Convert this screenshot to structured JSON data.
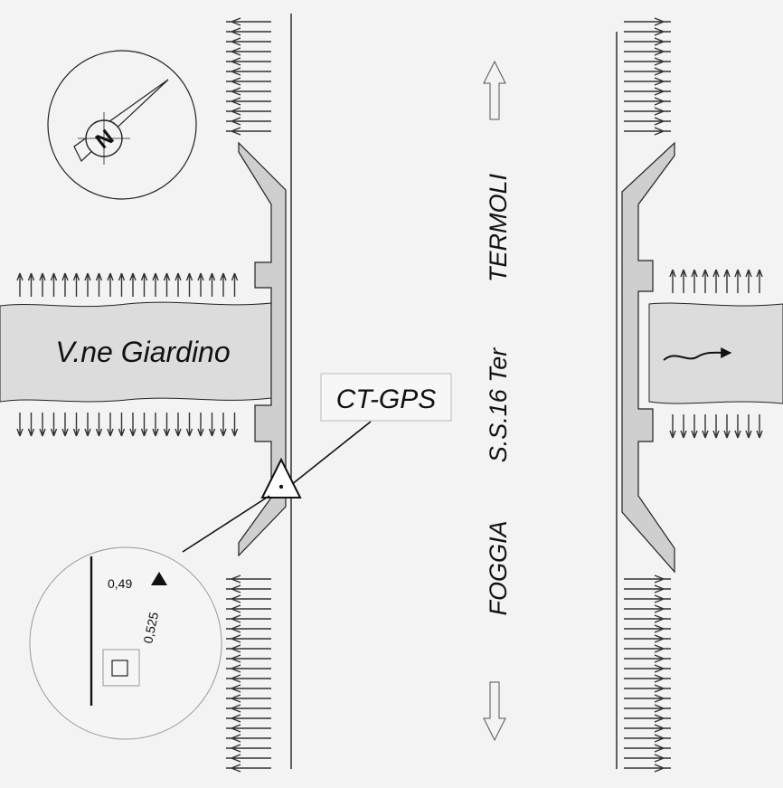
{
  "labels": {
    "side_road": "V.ne Giardino",
    "highway": "S.S.16 Ter",
    "north_destination": "TERMOLI",
    "south_destination": "FOGGIA",
    "station": "CT-GPS"
  },
  "compass": {
    "letter": "N"
  },
  "detail": {
    "distance_a": "0,49",
    "distance_b": "0,525"
  },
  "colors": {
    "background": "#f3f3f3",
    "pavement": "#dcdcdc",
    "curb": "#cfcfcf",
    "line": "#111111"
  }
}
